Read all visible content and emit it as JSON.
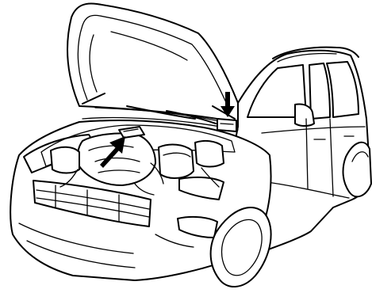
{
  "figure": {
    "subject": "car-with-open-hood",
    "line_color": "#000000",
    "background_color": "#ffffff",
    "callouts": [
      {
        "id": "arrow-down",
        "icon": "down-arrow-icon",
        "target": "label-right"
      },
      {
        "id": "arrow-up",
        "icon": "up-right-arrow-icon",
        "target": "label-engine-cover"
      }
    ]
  }
}
